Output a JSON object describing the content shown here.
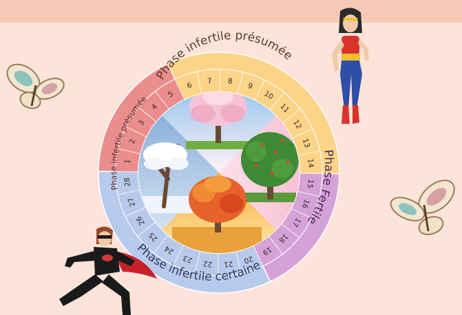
{
  "diagram": {
    "ring_labels": {
      "presumed_top": "Phase infertile présumée",
      "presumed_left": "Phase infertile présumée",
      "fertile": "Phase Fertile",
      "certain": "Phase infertile certaine"
    },
    "days": [
      {
        "n": "1",
        "phase": "presumed_left"
      },
      {
        "n": "2",
        "phase": "presumed_left"
      },
      {
        "n": "3",
        "phase": "presumed_left"
      },
      {
        "n": "4",
        "phase": "presumed_left"
      },
      {
        "n": "5",
        "phase": "presumed_left"
      },
      {
        "n": "6",
        "phase": "presumed_top"
      },
      {
        "n": "7",
        "phase": "presumed_top"
      },
      {
        "n": "8",
        "phase": "presumed_top"
      },
      {
        "n": "9",
        "phase": "presumed_top"
      },
      {
        "n": "10",
        "phase": "presumed_top"
      },
      {
        "n": "11",
        "phase": "presumed_top"
      },
      {
        "n": "12",
        "phase": "presumed_top"
      },
      {
        "n": "13",
        "phase": "presumed_top"
      },
      {
        "n": "14",
        "phase": "presumed_top"
      },
      {
        "n": "15",
        "phase": "fertile"
      },
      {
        "n": "16",
        "phase": "fertile"
      },
      {
        "n": "17",
        "phase": "fertile"
      },
      {
        "n": "18",
        "phase": "fertile"
      },
      {
        "n": "19",
        "phase": "fertile"
      },
      {
        "n": "20",
        "phase": "certain"
      },
      {
        "n": "21",
        "phase": "certain"
      },
      {
        "n": "22",
        "phase": "certain"
      },
      {
        "n": "23",
        "phase": "certain"
      },
      {
        "n": "24",
        "phase": "certain"
      },
      {
        "n": "25",
        "phase": "certain"
      },
      {
        "n": "26",
        "phase": "certain"
      },
      {
        "n": "27",
        "phase": "certain"
      },
      {
        "n": "28",
        "phase": "certain"
      }
    ],
    "colors": {
      "presumed_left": "#ea8d8d",
      "presumed_top": "#fbd488",
      "fertile": "#d5a2d8",
      "certain": "#b7caeb",
      "background": "#fde3da",
      "top_band": "#f6c9b6"
    },
    "seasons": [
      "winter-tree",
      "spring-tree",
      "summer-tree",
      "autumn-tree"
    ]
  },
  "decorations": [
    "butterfly-left",
    "butterfly-right",
    "heroine-standing",
    "heroine-running"
  ]
}
